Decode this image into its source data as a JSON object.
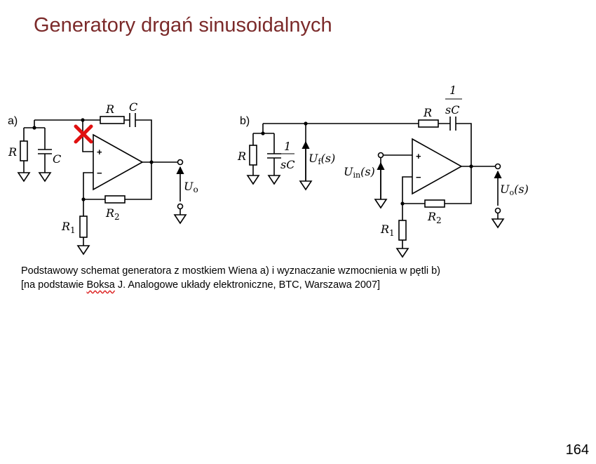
{
  "title": "Generatory drgań sinusoidalnych",
  "caption": {
    "line1": "Podstawowy schemat generatora z mostkiem Wiena a) i wyznaczanie wzmocnienia w pętli b)",
    "line2_before": "[na podstawie ",
    "line2_wavy": "Boksa",
    "line2_after": " J. Analogowe układy elektroniczne, BTC,  Warszawa 2007]"
  },
  "page_number": "164",
  "diagram_a": {
    "label": "a)",
    "R": "R",
    "C": "C",
    "R_series": "R",
    "C_series": "C",
    "R1": "R",
    "R1_sub": "1",
    "R2": "R",
    "R2_sub": "2",
    "Uo": "U",
    "Uo_sub": "o",
    "plus": "+",
    "minus": "−",
    "cut_mark": "×",
    "cut_color": "#e01010"
  },
  "diagram_b": {
    "label": "b)",
    "R": "R",
    "C_num": "1",
    "C_den": "sC",
    "R_series": "R",
    "C_series_num": "1",
    "C_series_den": "sC",
    "Uf": "U",
    "Uf_sub": "f",
    "Uf_arg": "(s)",
    "Uin": "U",
    "Uin_sub": "in",
    "Uin_arg": "(s)",
    "R1": "R",
    "R1_sub": "1",
    "R2": "R",
    "R2_sub": "2",
    "Uo": "U",
    "Uo_sub": "o",
    "Uo_arg": "(s)",
    "plus": "+",
    "minus": "−"
  }
}
